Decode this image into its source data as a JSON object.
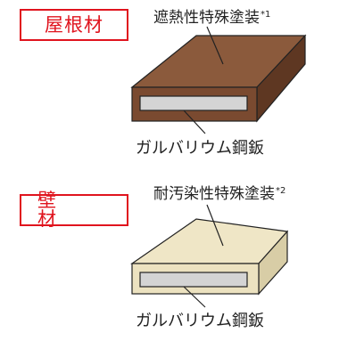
{
  "roof": {
    "tag": "屋根材",
    "coating_label": "遮熱性特殊塗装",
    "coating_note": "*1",
    "core_label": "ガルバリウム鋼鈑",
    "colors": {
      "top": "#8b5a3c",
      "front": "#7a4a30",
      "side": "#5e3722",
      "core": "#d4d4d4"
    }
  },
  "wall": {
    "tag": "壁　材",
    "coating_label": "耐汚染性特殊塗装",
    "coating_note": "*2",
    "core_label": "ガルバリウム鋼鈑",
    "colors": {
      "top": "#efe6c6",
      "front": "#ece2c0",
      "side": "#d8cda6",
      "core": "#d4d4d4"
    }
  },
  "accent_color": "#e0141e"
}
